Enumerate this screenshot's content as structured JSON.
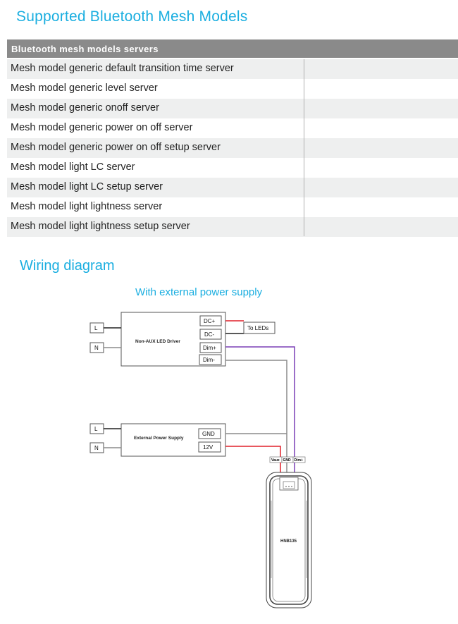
{
  "section_title": "Supported Bluetooth Mesh Models",
  "table": {
    "header": "Bluetooth mesh models servers",
    "rows": [
      "Mesh model generic default transition time server",
      "Mesh model generic level server",
      "Mesh model generic onoff server",
      "Mesh model generic power on off server",
      "Mesh model generic power on off setup server",
      "Mesh model light LC server",
      "Mesh model light LC setup server",
      "Mesh model light lightness server",
      "Mesh model light lightness setup server"
    ]
  },
  "wiring": {
    "title": "Wiring diagram",
    "subtitle": "With external power supply",
    "driver": {
      "label": "Non-AUX  LED  Driver",
      "inputs": [
        "L",
        "N"
      ],
      "terminals": [
        "DC+",
        "DC-",
        "Dim+",
        "Dim-"
      ],
      "output_label": "To LEDs"
    },
    "power_supply": {
      "label": "External Power Supply",
      "inputs": [
        "L",
        "N"
      ],
      "terminals": [
        "GND",
        "12V"
      ]
    },
    "device": {
      "label": "HNB135",
      "pins": [
        "Vaux",
        "GND",
        "Dim+"
      ]
    },
    "colors": {
      "accent": "#1aaee0",
      "positive_wire": "#e0202a",
      "dim_wire": "#7a3fb5",
      "ground_wire": "#8c8c8c",
      "line_wire": "#222222"
    }
  }
}
